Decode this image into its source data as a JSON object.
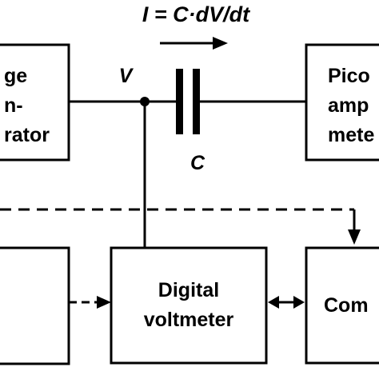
{
  "blocks": {
    "voltage_generator": {
      "line1": "ge",
      "line2": "n-",
      "line3": "rator"
    },
    "picoammeter": {
      "line1": "Pico",
      "line2": "amp",
      "line3": "mete"
    },
    "digital_voltmeter": {
      "line1": "Digital",
      "line2": "voltmeter"
    },
    "computer": {
      "line1": "Com"
    }
  },
  "labels": {
    "equation": "I = C·dV/dt",
    "node_voltage": "V",
    "capacitor": "C"
  }
}
